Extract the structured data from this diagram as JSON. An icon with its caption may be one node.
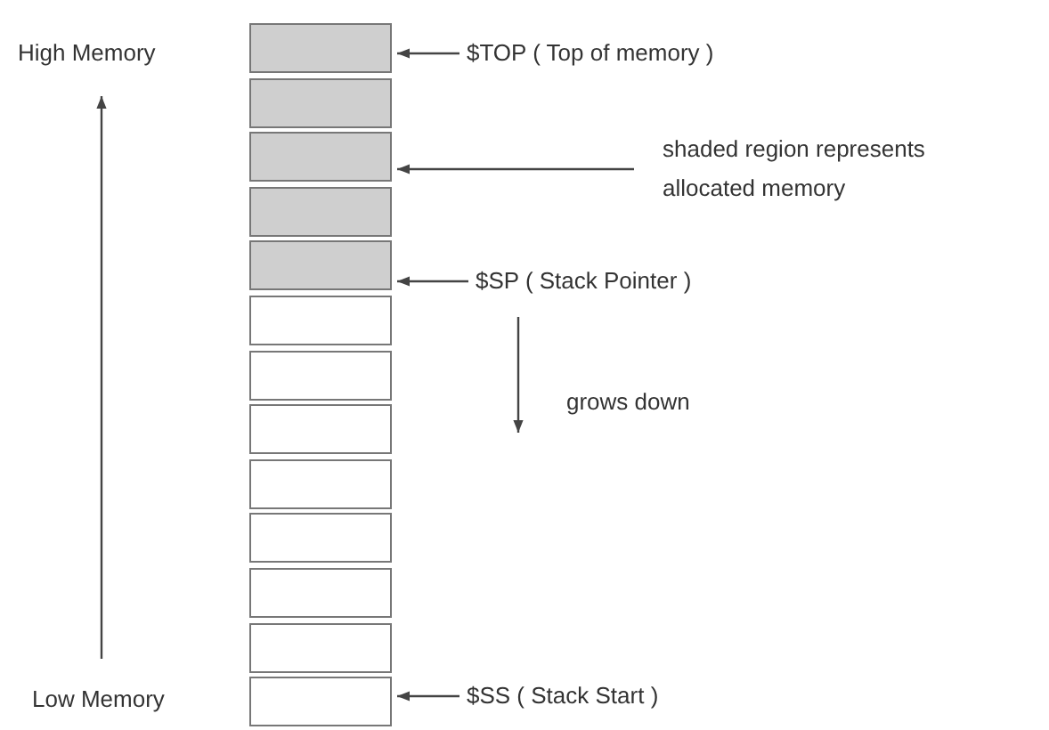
{
  "diagram": {
    "nodes": [
      {
        "text": [],
        "shape": "box"
      },
      {
        "text": [],
        "shape": "box"
      },
      {
        "text": [],
        "shape": "box"
      },
      {
        "text": [],
        "shape": "box"
      },
      {
        "text": [],
        "shape": "box"
      },
      {
        "text": [],
        "shape": "box"
      },
      {
        "text": [],
        "shape": "box"
      },
      {
        "text": [],
        "shape": "box"
      },
      {
        "text": [],
        "shape": "box"
      },
      {
        "text": [],
        "shape": "box"
      },
      {
        "text": [],
        "shape": "box"
      },
      {
        "text": [],
        "shape": "box"
      },
      {
        "text": [],
        "shape": "box"
      },
      {
        "text": [
          "$TOP ( Top of memory )"
        ]
      },
      {
        "text": [
          "shaded region represents allocated memory"
        ]
      },
      {
        "text": [
          "$SP ( Stack Pointer )"
        ]
      },
      {
        "text": [
          "$SS ( Stack Start )"
        ]
      }
    ],
    "edges": [
      {
        "from": 13,
        "to": 0,
        "arrow": "to"
      },
      {
        "from": 14,
        "to": 2,
        "arrow": "to"
      },
      {
        "from": 15,
        "to": 4,
        "arrow": "to"
      },
      {
        "from": 16,
        "to": 12,
        "arrow": "to"
      }
    ],
    "labels": [
      "High Memory",
      "grows down",
      "Low Memory"
    ]
  }
}
